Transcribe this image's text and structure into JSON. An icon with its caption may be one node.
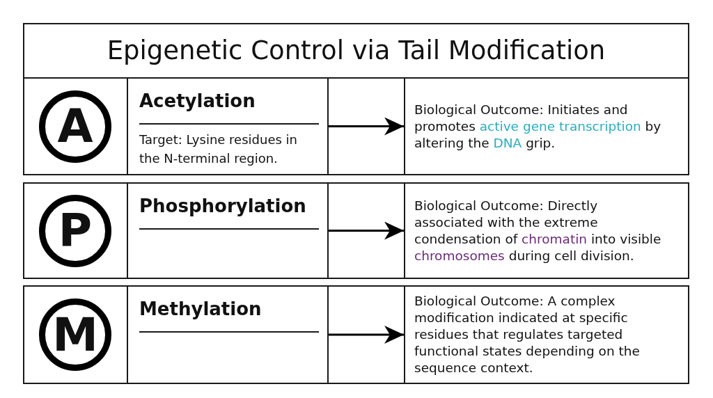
{
  "diagram": {
    "title": "Epigenetic Control via Tail Modification",
    "nodes": [
      {
        "text": [
          "A"
        ]
      },
      {
        "text": [
          "Acetylation",
          "Target: Lysine residues in the N-terminal region."
        ]
      },
      {
        "text": [
          "Biological Outcome: Initiates and promotes active gene transcription by altering the DNA grip."
        ]
      },
      {
        "text": [
          "P"
        ]
      },
      {
        "text": [
          "Phosphorylation"
        ]
      },
      {
        "text": [
          "Biological Outcome: Directly associated with the extreme condensation of chromatin into visible chromosomes during cell division."
        ]
      },
      {
        "text": [
          "M"
        ]
      },
      {
        "text": [
          "Methylation"
        ]
      },
      {
        "text": [
          "Biological Outcome: A complex modification indicated at specific residues that regulates targeted functional states depending on the sequence context."
        ]
      }
    ],
    "edges": [
      {
        "from": 1,
        "to": 2,
        "arrow": "to"
      },
      {
        "from": 4,
        "to": 5,
        "arrow": "to"
      },
      {
        "from": 7,
        "to": 8,
        "arrow": "to"
      }
    ]
  }
}
